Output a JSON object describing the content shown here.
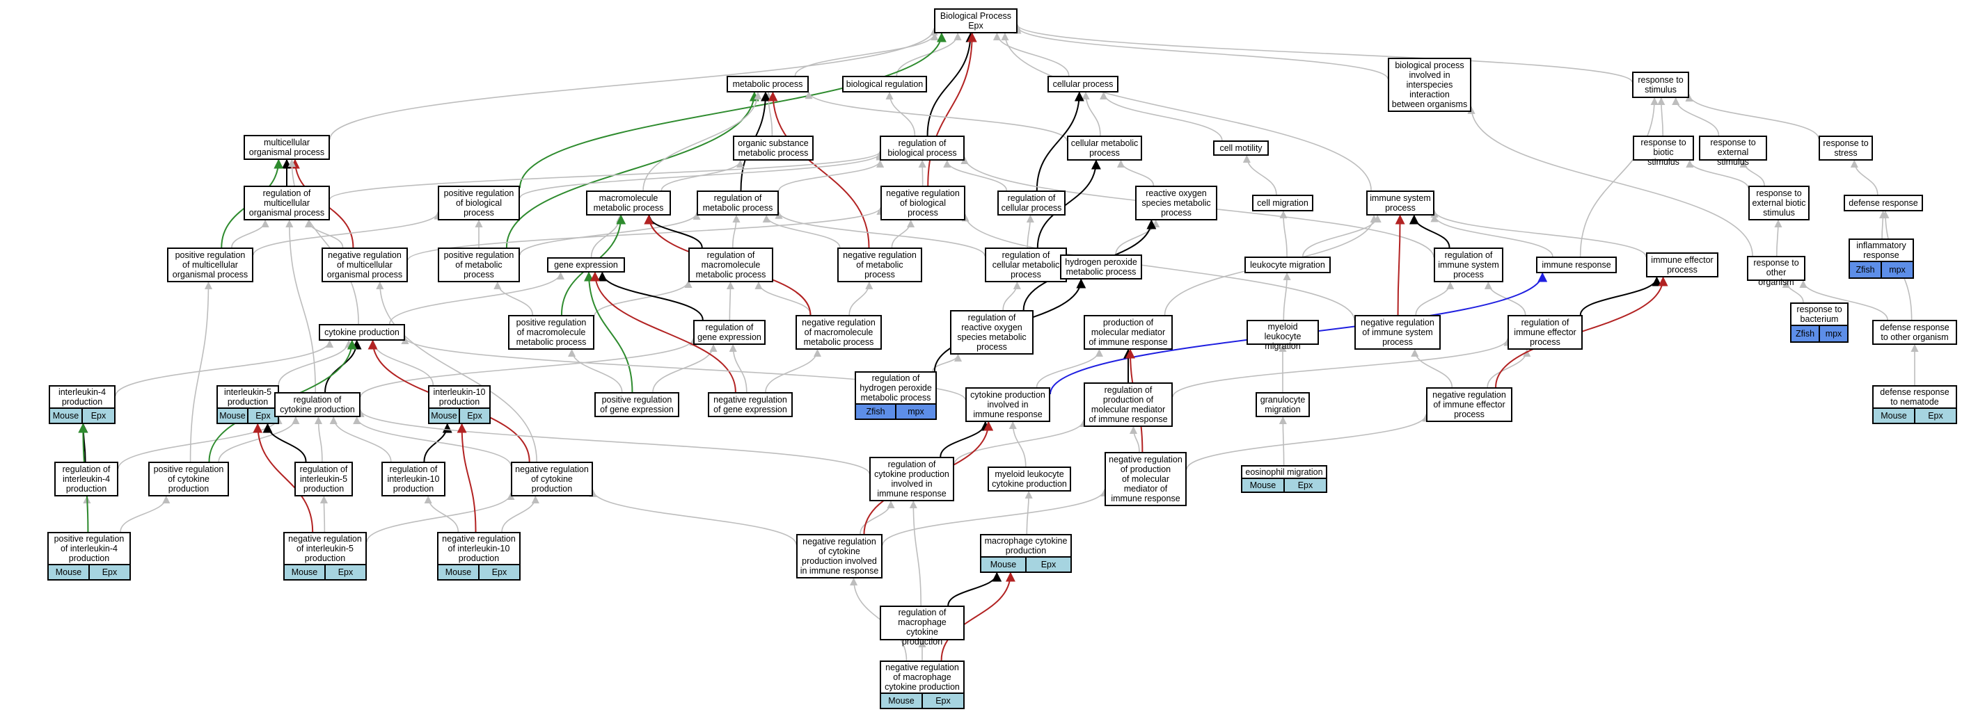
{
  "colors": {
    "is_a": "#bdbdbd",
    "part_of": "#000000",
    "positively_regulates": "#2e8b2e",
    "negatively_regulates": "#b22222",
    "regulates": "#1f1fe0",
    "mouse_badge": "#a6d4e0",
    "zfish_badge": "#5d8ee8"
  },
  "nodes": [
    {
      "id": "bp",
      "label": "Biological Process\nEpx"
    },
    {
      "id": "metabolic",
      "label": "metabolic process"
    },
    {
      "id": "bioreg",
      "label": "biological regulation"
    },
    {
      "id": "cellular",
      "label": "cellular process"
    },
    {
      "id": "interspecies",
      "label": "biological process\ninvolved in\ninterspecies\ninteraction\nbetween organisms"
    },
    {
      "id": "resp_stim",
      "label": "response to\nstimulus"
    },
    {
      "id": "multicell",
      "label": "multicellular\norganismal process"
    },
    {
      "id": "orgsub",
      "label": "organic substance\nmetabolic process"
    },
    {
      "id": "reg_bp",
      "label": "regulation of\nbiological process"
    },
    {
      "id": "cell_met",
      "label": "cellular metabolic\nprocess"
    },
    {
      "id": "cell_motility",
      "label": "cell motility"
    },
    {
      "id": "resp_biotic",
      "label": "response to\nbiotic stimulus"
    },
    {
      "id": "resp_ext",
      "label": "response to\nexternal stimulus"
    },
    {
      "id": "resp_stress",
      "label": "response to\nstress"
    },
    {
      "id": "reg_multicell",
      "label": "regulation of\nmulticellular\norganismal process"
    },
    {
      "id": "pos_reg_bp",
      "label": "positive regulation\nof biological\nprocess"
    },
    {
      "id": "macromol",
      "label": "macromolecule\nmetabolic process"
    },
    {
      "id": "reg_met",
      "label": "regulation of\nmetabolic process"
    },
    {
      "id": "neg_reg_bp",
      "label": "negative regulation\nof biological\nprocess"
    },
    {
      "id": "reg_cellular",
      "label": "regulation of\ncellular process"
    },
    {
      "id": "ros_met",
      "label": "reactive oxygen\nspecies metabolic\nprocess"
    },
    {
      "id": "cell_migration",
      "label": "cell migration"
    },
    {
      "id": "immune_sys",
      "label": "immune system\nprocess"
    },
    {
      "id": "resp_ext_biotic",
      "label": "response to\nexternal biotic\nstimulus"
    },
    {
      "id": "defense",
      "label": "defense response"
    },
    {
      "id": "pos_reg_multicell",
      "label": "positive regulation\nof multicellular\norganismal process"
    },
    {
      "id": "neg_reg_multicell",
      "label": "negative regulation\nof multicellular\norganismal process"
    },
    {
      "id": "pos_reg_met",
      "label": "positive regulation\nof metabolic\nprocess"
    },
    {
      "id": "gene_expr",
      "label": "gene expression"
    },
    {
      "id": "reg_macromol",
      "label": "regulation of\nmacromolecule\nmetabolic process"
    },
    {
      "id": "neg_reg_met",
      "label": "negative regulation\nof metabolic\nprocess"
    },
    {
      "id": "reg_cell_met",
      "label": "regulation of\ncellular metabolic\nprocess"
    },
    {
      "id": "h2o2_met",
      "label": "hydrogen peroxide\nmetabolic process"
    },
    {
      "id": "leuk_migration",
      "label": "leukocyte migration"
    },
    {
      "id": "reg_immune_sys",
      "label": "regulation of\nimmune system\nprocess"
    },
    {
      "id": "immune_resp",
      "label": "immune response"
    },
    {
      "id": "immune_eff",
      "label": "immune effector\nprocess"
    },
    {
      "id": "resp_other_org",
      "label": "response to\nother organism"
    },
    {
      "id": "inflammatory",
      "label": "inflammatory\nresponse",
      "badges": [
        "Zfish",
        "mpx"
      ]
    },
    {
      "id": "cytokine_prod",
      "label": "cytokine production"
    },
    {
      "id": "pos_reg_macromol",
      "label": "positive regulation\nof macromolecule\nmetabolic process"
    },
    {
      "id": "reg_gene_expr",
      "label": "regulation of\ngene expression"
    },
    {
      "id": "neg_reg_macromol",
      "label": "negative regulation\nof macromolecule\nmetabolic process"
    },
    {
      "id": "reg_ros",
      "label": "regulation of\nreactive oxygen\nspecies metabolic\nprocess"
    },
    {
      "id": "prod_mol_med",
      "label": "production of\nmolecular mediator\nof immune response"
    },
    {
      "id": "myeloid_leuk_mig",
      "label": "myeloid leukocyte\nmigration"
    },
    {
      "id": "neg_reg_immune_sys",
      "label": "negative regulation\nof immune system\nprocess"
    },
    {
      "id": "reg_immune_eff",
      "label": "regulation of\nimmune effector\nprocess"
    },
    {
      "id": "resp_bacterium",
      "label": "response to\nbacterium",
      "badges": [
        "Zfish",
        "mpx"
      ]
    },
    {
      "id": "defense_other",
      "label": "defense response\nto other organism"
    },
    {
      "id": "il4_prod",
      "label": "interleukin-4\nproduction",
      "badges": [
        "Mouse",
        "Epx"
      ]
    },
    {
      "id": "il5_prod",
      "label": "interleukin-5\nproduction",
      "badges": [
        "Mouse",
        "Epx"
      ]
    },
    {
      "id": "reg_cytokine",
      "label": "regulation of\ncytokine production"
    },
    {
      "id": "il10_prod",
      "label": "interleukin-10\nproduction",
      "badges": [
        "Mouse",
        "Epx"
      ]
    },
    {
      "id": "pos_reg_gene_expr",
      "label": "positive regulation\nof gene expression"
    },
    {
      "id": "neg_reg_gene_expr",
      "label": "negative regulation\nof gene expression"
    },
    {
      "id": "reg_h2o2",
      "label": "regulation of\nhydrogen peroxide\nmetabolic process",
      "badges": [
        "Zfish",
        "mpx"
      ]
    },
    {
      "id": "cyto_immune",
      "label": "cytokine production\ninvolved in\nimmune response"
    },
    {
      "id": "reg_prod_mol_med",
      "label": "regulation of\nproduction of\nmolecular mediator\nof immune response"
    },
    {
      "id": "granulocyte_mig",
      "label": "granulocyte\nmigration"
    },
    {
      "id": "neg_reg_immune_eff",
      "label": "negative regulation\nof immune effector\nprocess"
    },
    {
      "id": "defense_nematode",
      "label": "defense response\nto nematode",
      "badges": [
        "Mouse",
        "Epx"
      ]
    },
    {
      "id": "reg_il4",
      "label": "regulation of\ninterleukin-4\nproduction"
    },
    {
      "id": "pos_reg_cytokine",
      "label": "positive regulation\nof cytokine\nproduction"
    },
    {
      "id": "reg_il5",
      "label": "regulation of\ninterleukin-5\nproduction"
    },
    {
      "id": "reg_il10",
      "label": "regulation of\ninterleukin-10\nproduction"
    },
    {
      "id": "neg_reg_cytokine",
      "label": "negative regulation\nof cytokine\nproduction"
    },
    {
      "id": "reg_cyto_immune",
      "label": "regulation of\ncytokine production\ninvolved in\nimmune response"
    },
    {
      "id": "myeloid_cyto",
      "label": "myeloid leukocyte\ncytokine production"
    },
    {
      "id": "neg_reg_prod_mol_med",
      "label": "negative regulation\nof production\nof molecular\nmediator of\nimmune response"
    },
    {
      "id": "eosinophil_mig",
      "label": "eosinophil migration",
      "badges": [
        "Mouse",
        "Epx"
      ]
    },
    {
      "id": "pos_reg_il4",
      "label": "positive regulation\nof interleukin-4\nproduction",
      "badges": [
        "Mouse",
        "Epx"
      ]
    },
    {
      "id": "neg_reg_il5",
      "label": "negative regulation\nof interleukin-5\nproduction",
      "badges": [
        "Mouse",
        "Epx"
      ]
    },
    {
      "id": "neg_reg_il10",
      "label": "negative regulation\nof interleukin-10\nproduction",
      "badges": [
        "Mouse",
        "Epx"
      ]
    },
    {
      "id": "neg_reg_cyto_immune",
      "label": "negative regulation\nof cytokine\nproduction involved\nin immune response"
    },
    {
      "id": "macrophage_cyto",
      "label": "macrophage cytokine\nproduction",
      "badges": [
        "Mouse",
        "Epx"
      ]
    },
    {
      "id": "reg_macrophage_cyto",
      "label": "regulation of\nmacrophage cytokine\nproduction"
    },
    {
      "id": "neg_reg_macrophage_cyto",
      "label": "negative regulation\nof macrophage\ncytokine production",
      "badges": [
        "Mouse",
        "Epx"
      ]
    }
  ],
  "edges": [
    [
      "metabolic",
      "bp",
      "is_a"
    ],
    [
      "bioreg",
      "bp",
      "is_a"
    ],
    [
      "cellular",
      "bp",
      "is_a"
    ],
    [
      "interspecies",
      "bp",
      "is_a"
    ],
    [
      "resp_stim",
      "bp",
      "is_a"
    ],
    [
      "multicell",
      "bp",
      "is_a"
    ],
    [
      "immune_sys",
      "bp",
      "is_a"
    ],
    [
      "reg_bp",
      "bp",
      "part_of"
    ],
    [
      "neg_reg_bp",
      "bp",
      "negatively_regulates"
    ],
    [
      "pos_reg_bp",
      "bp",
      "positively_regulates"
    ],
    [
      "reg_bp",
      "bioreg",
      "is_a"
    ],
    [
      "orgsub",
      "metabolic",
      "is_a"
    ],
    [
      "cell_met",
      "cellular",
      "is_a"
    ],
    [
      "cell_motility",
      "cellular",
      "is_a"
    ],
    [
      "cell_met",
      "metabolic",
      "is_a"
    ],
    [
      "reg_cellular",
      "cellular",
      "part_of"
    ],
    [
      "reg_met",
      "metabolic",
      "part_of"
    ],
    [
      "neg_reg_met",
      "metabolic",
      "negatively_regulates"
    ],
    [
      "pos_reg_met",
      "metabolic",
      "positively_regulates"
    ],
    [
      "resp_biotic",
      "resp_stim",
      "is_a"
    ],
    [
      "resp_ext",
      "resp_stim",
      "is_a"
    ],
    [
      "resp_stress",
      "resp_stim",
      "is_a"
    ],
    [
      "immune_resp",
      "resp_stim",
      "is_a"
    ],
    [
      "reg_multicell",
      "multicell",
      "part_of"
    ],
    [
      "pos_reg_multicell",
      "multicell",
      "positively_regulates"
    ],
    [
      "neg_reg_multicell",
      "multicell",
      "negatively_regulates"
    ],
    [
      "reg_multicell",
      "reg_bp",
      "is_a"
    ],
    [
      "pos_reg_bp",
      "reg_bp",
      "is_a"
    ],
    [
      "reg_met",
      "reg_bp",
      "is_a"
    ],
    [
      "neg_reg_bp",
      "reg_bp",
      "is_a"
    ],
    [
      "reg_cellular",
      "reg_bp",
      "is_a"
    ],
    [
      "reg_immune_sys",
      "reg_bp",
      "is_a"
    ],
    [
      "macromol",
      "orgsub",
      "is_a"
    ],
    [
      "macromol",
      "metabolic",
      "is_a"
    ],
    [
      "ros_met",
      "cell_met",
      "is_a"
    ],
    [
      "cell_migration",
      "cell_motility",
      "is_a"
    ],
    [
      "resp_ext_biotic",
      "resp_biotic",
      "is_a"
    ],
    [
      "resp_ext_biotic",
      "resp_ext",
      "is_a"
    ],
    [
      "defense",
      "resp_stress",
      "is_a"
    ],
    [
      "pos_reg_multicell",
      "reg_multicell",
      "is_a"
    ],
    [
      "pos_reg_multicell",
      "pos_reg_bp",
      "is_a"
    ],
    [
      "neg_reg_multicell",
      "reg_multicell",
      "is_a"
    ],
    [
      "neg_reg_multicell",
      "neg_reg_bp",
      "is_a"
    ],
    [
      "pos_reg_met",
      "reg_met",
      "is_a"
    ],
    [
      "pos_reg_met",
      "pos_reg_bp",
      "is_a"
    ],
    [
      "gene_expr",
      "macromol",
      "is_a"
    ],
    [
      "reg_macromol",
      "macromol",
      "part_of"
    ],
    [
      "reg_macromol",
      "reg_met",
      "is_a"
    ],
    [
      "neg_reg_met",
      "reg_met",
      "is_a"
    ],
    [
      "neg_reg_met",
      "neg_reg_bp",
      "is_a"
    ],
    [
      "reg_cell_met",
      "cell_met",
      "part_of"
    ],
    [
      "reg_cell_met",
      "reg_cellular",
      "is_a"
    ],
    [
      "reg_cell_met",
      "reg_met",
      "is_a"
    ],
    [
      "h2o2_met",
      "ros_met",
      "is_a"
    ],
    [
      "leuk_migration",
      "cell_migration",
      "is_a"
    ],
    [
      "leuk_migration",
      "immune_sys",
      "is_a"
    ],
    [
      "reg_immune_sys",
      "immune_sys",
      "part_of"
    ],
    [
      "immune_resp",
      "immune_sys",
      "is_a"
    ],
    [
      "immune_eff",
      "immune_sys",
      "is_a"
    ],
    [
      "resp_other_org",
      "resp_ext_biotic",
      "is_a"
    ],
    [
      "resp_other_org",
      "interspecies",
      "is_a"
    ],
    [
      "inflammatory",
      "defense",
      "is_a"
    ],
    [
      "cytokine_prod",
      "multicell",
      "is_a"
    ],
    [
      "cytokine_prod",
      "gene_expr",
      "is_a"
    ],
    [
      "pos_reg_macromol",
      "reg_macromol",
      "is_a"
    ],
    [
      "pos_reg_macromol",
      "pos_reg_met",
      "is_a"
    ],
    [
      "pos_reg_macromol",
      "macromol",
      "positively_regulates"
    ],
    [
      "reg_gene_expr",
      "gene_expr",
      "part_of"
    ],
    [
      "reg_gene_expr",
      "reg_macromol",
      "is_a"
    ],
    [
      "neg_reg_macromol",
      "reg_macromol",
      "is_a"
    ],
    [
      "neg_reg_macromol",
      "neg_reg_met",
      "is_a"
    ],
    [
      "neg_reg_macromol",
      "macromol",
      "negatively_regulates"
    ],
    [
      "reg_ros",
      "reg_cell_met",
      "is_a"
    ],
    [
      "reg_ros",
      "ros_met",
      "part_of"
    ],
    [
      "prod_mol_med",
      "immune_sys",
      "is_a"
    ],
    [
      "myeloid_leuk_mig",
      "leuk_migration",
      "is_a"
    ],
    [
      "neg_reg_immune_sys",
      "reg_immune_sys",
      "is_a"
    ],
    [
      "neg_reg_immune_sys",
      "neg_reg_bp",
      "is_a"
    ],
    [
      "neg_reg_immune_sys",
      "immune_sys",
      "negatively_regulates"
    ],
    [
      "reg_immune_eff",
      "reg_immune_sys",
      "is_a"
    ],
    [
      "reg_immune_eff",
      "immune_eff",
      "part_of"
    ],
    [
      "resp_bacterium",
      "resp_other_org",
      "is_a"
    ],
    [
      "defense_other",
      "resp_other_org",
      "is_a"
    ],
    [
      "defense_other",
      "defense",
      "is_a"
    ],
    [
      "il4_prod",
      "cytokine_prod",
      "is_a"
    ],
    [
      "il5_prod",
      "cytokine_prod",
      "is_a"
    ],
    [
      "il10_prod",
      "cytokine_prod",
      "is_a"
    ],
    [
      "reg_cytokine",
      "cytokine_prod",
      "part_of"
    ],
    [
      "reg_cytokine",
      "reg_gene_expr",
      "is_a"
    ],
    [
      "reg_cytokine",
      "reg_multicell",
      "is_a"
    ],
    [
      "pos_reg_gene_expr",
      "reg_gene_expr",
      "is_a"
    ],
    [
      "pos_reg_gene_expr",
      "pos_reg_macromol",
      "is_a"
    ],
    [
      "pos_reg_gene_expr",
      "gene_expr",
      "positively_regulates"
    ],
    [
      "neg_reg_gene_expr",
      "reg_gene_expr",
      "is_a"
    ],
    [
      "neg_reg_gene_expr",
      "neg_reg_macromol",
      "is_a"
    ],
    [
      "neg_reg_gene_expr",
      "gene_expr",
      "negatively_regulates"
    ],
    [
      "reg_h2o2",
      "reg_ros",
      "is_a"
    ],
    [
      "reg_h2o2",
      "h2o2_met",
      "part_of"
    ],
    [
      "cyto_immune",
      "cytokine_prod",
      "is_a"
    ],
    [
      "cyto_immune",
      "prod_mol_med",
      "is_a"
    ],
    [
      "cyto_immune",
      "immune_resp",
      "regulates"
    ],
    [
      "reg_prod_mol_med",
      "prod_mol_med",
      "part_of"
    ],
    [
      "reg_prod_mol_med",
      "reg_immune_eff",
      "is_a"
    ],
    [
      "granulocyte_mig",
      "myeloid_leuk_mig",
      "is_a"
    ],
    [
      "neg_reg_immune_eff",
      "reg_immune_eff",
      "is_a"
    ],
    [
      "neg_reg_immune_eff",
      "neg_reg_immune_sys",
      "is_a"
    ],
    [
      "neg_reg_immune_eff",
      "immune_eff",
      "negatively_regulates"
    ],
    [
      "defense_nematode",
      "defense_other",
      "is_a"
    ],
    [
      "reg_il4",
      "il4_prod",
      "part_of"
    ],
    [
      "reg_il4",
      "reg_cytokine",
      "is_a"
    ],
    [
      "pos_reg_cytokine",
      "reg_cytokine",
      "is_a"
    ],
    [
      "pos_reg_cytokine",
      "pos_reg_multicell",
      "is_a"
    ],
    [
      "pos_reg_cytokine",
      "cytokine_prod",
      "positively_regulates"
    ],
    [
      "reg_il5",
      "il5_prod",
      "part_of"
    ],
    [
      "reg_il5",
      "reg_cytokine",
      "is_a"
    ],
    [
      "reg_il10",
      "il10_prod",
      "part_of"
    ],
    [
      "reg_il10",
      "reg_cytokine",
      "is_a"
    ],
    [
      "neg_reg_cytokine",
      "reg_cytokine",
      "is_a"
    ],
    [
      "neg_reg_cytokine",
      "neg_reg_multicell",
      "is_a"
    ],
    [
      "neg_reg_cytokine",
      "cytokine_prod",
      "negatively_regulates"
    ],
    [
      "reg_cyto_immune",
      "cyto_immune",
      "part_of"
    ],
    [
      "reg_cyto_immune",
      "reg_cytokine",
      "is_a"
    ],
    [
      "reg_cyto_immune",
      "reg_prod_mol_med",
      "is_a"
    ],
    [
      "myeloid_cyto",
      "cyto_immune",
      "is_a"
    ],
    [
      "neg_reg_prod_mol_med",
      "reg_prod_mol_med",
      "is_a"
    ],
    [
      "neg_reg_prod_mol_med",
      "neg_reg_immune_eff",
      "is_a"
    ],
    [
      "neg_reg_prod_mol_med",
      "prod_mol_med",
      "negatively_regulates"
    ],
    [
      "eosinophil_mig",
      "granulocyte_mig",
      "is_a"
    ],
    [
      "pos_reg_il4",
      "reg_il4",
      "is_a"
    ],
    [
      "pos_reg_il4",
      "pos_reg_cytokine",
      "is_a"
    ],
    [
      "pos_reg_il4",
      "il4_prod",
      "positively_regulates"
    ],
    [
      "neg_reg_il5",
      "reg_il5",
      "is_a"
    ],
    [
      "neg_reg_il5",
      "neg_reg_cytokine",
      "is_a"
    ],
    [
      "neg_reg_il5",
      "il5_prod",
      "negatively_regulates"
    ],
    [
      "neg_reg_il10",
      "reg_il10",
      "is_a"
    ],
    [
      "neg_reg_il10",
      "neg_reg_cytokine",
      "is_a"
    ],
    [
      "neg_reg_il10",
      "il10_prod",
      "negatively_regulates"
    ],
    [
      "neg_reg_cyto_immune",
      "reg_cyto_immune",
      "is_a"
    ],
    [
      "neg_reg_cyto_immune",
      "neg_reg_cytokine",
      "is_a"
    ],
    [
      "neg_reg_cyto_immune",
      "neg_reg_prod_mol_med",
      "is_a"
    ],
    [
      "neg_reg_cyto_immune",
      "cyto_immune",
      "negatively_regulates"
    ],
    [
      "macrophage_cyto",
      "myeloid_cyto",
      "is_a"
    ],
    [
      "reg_macrophage_cyto",
      "reg_cyto_immune",
      "is_a"
    ],
    [
      "reg_macrophage_cyto",
      "macrophage_cyto",
      "part_of"
    ],
    [
      "neg_reg_macrophage_cyto",
      "reg_macrophage_cyto",
      "is_a"
    ],
    [
      "neg_reg_macrophage_cyto",
      "neg_reg_cyto_immune",
      "is_a"
    ],
    [
      "neg_reg_macrophage_cyto",
      "macrophage_cyto",
      "negatively_regulates"
    ]
  ]
}
